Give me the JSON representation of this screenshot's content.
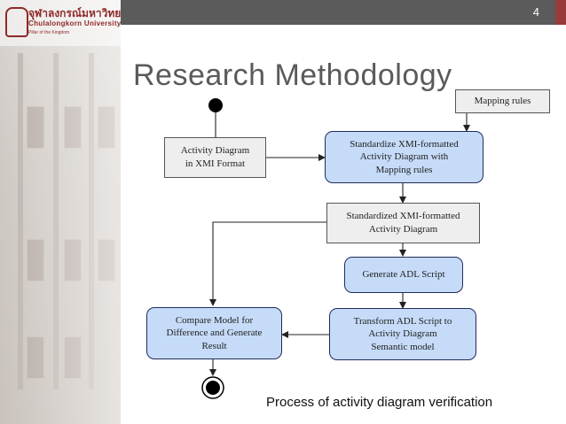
{
  "slide_number": "4",
  "title": "Research Methodology",
  "logo": {
    "text_thai": "จุฬาลงกรณ์มหาวิทยาลัย",
    "text_en": "Chulalongkorn University",
    "tagline": "Pillar of the Kingdom"
  },
  "diagram": {
    "mapping_rules": "Mapping rules",
    "activity_diagram_xmi": [
      "Activity Diagram",
      "in XMI Format"
    ],
    "standardize": [
      "Standardize XMI-formatted",
      "Activity Diagram with",
      "Mapping rules"
    ],
    "standardized": [
      "Standardized XMI-formatted",
      "Activity Diagram"
    ],
    "generate_adl": "Generate ADL Script",
    "transform": [
      "Transform ADL Script to",
      "Activity Diagram",
      "Semantic model"
    ],
    "compare": [
      "Compare Model for",
      "Difference and Generate",
      "Result"
    ]
  },
  "caption": "Process of activity diagram verification",
  "colors": {
    "top_bar": "#5b5b5b",
    "accent": "#993a3a",
    "action_fill": "#c5dbf8",
    "object_fill": "#eeeeee"
  }
}
